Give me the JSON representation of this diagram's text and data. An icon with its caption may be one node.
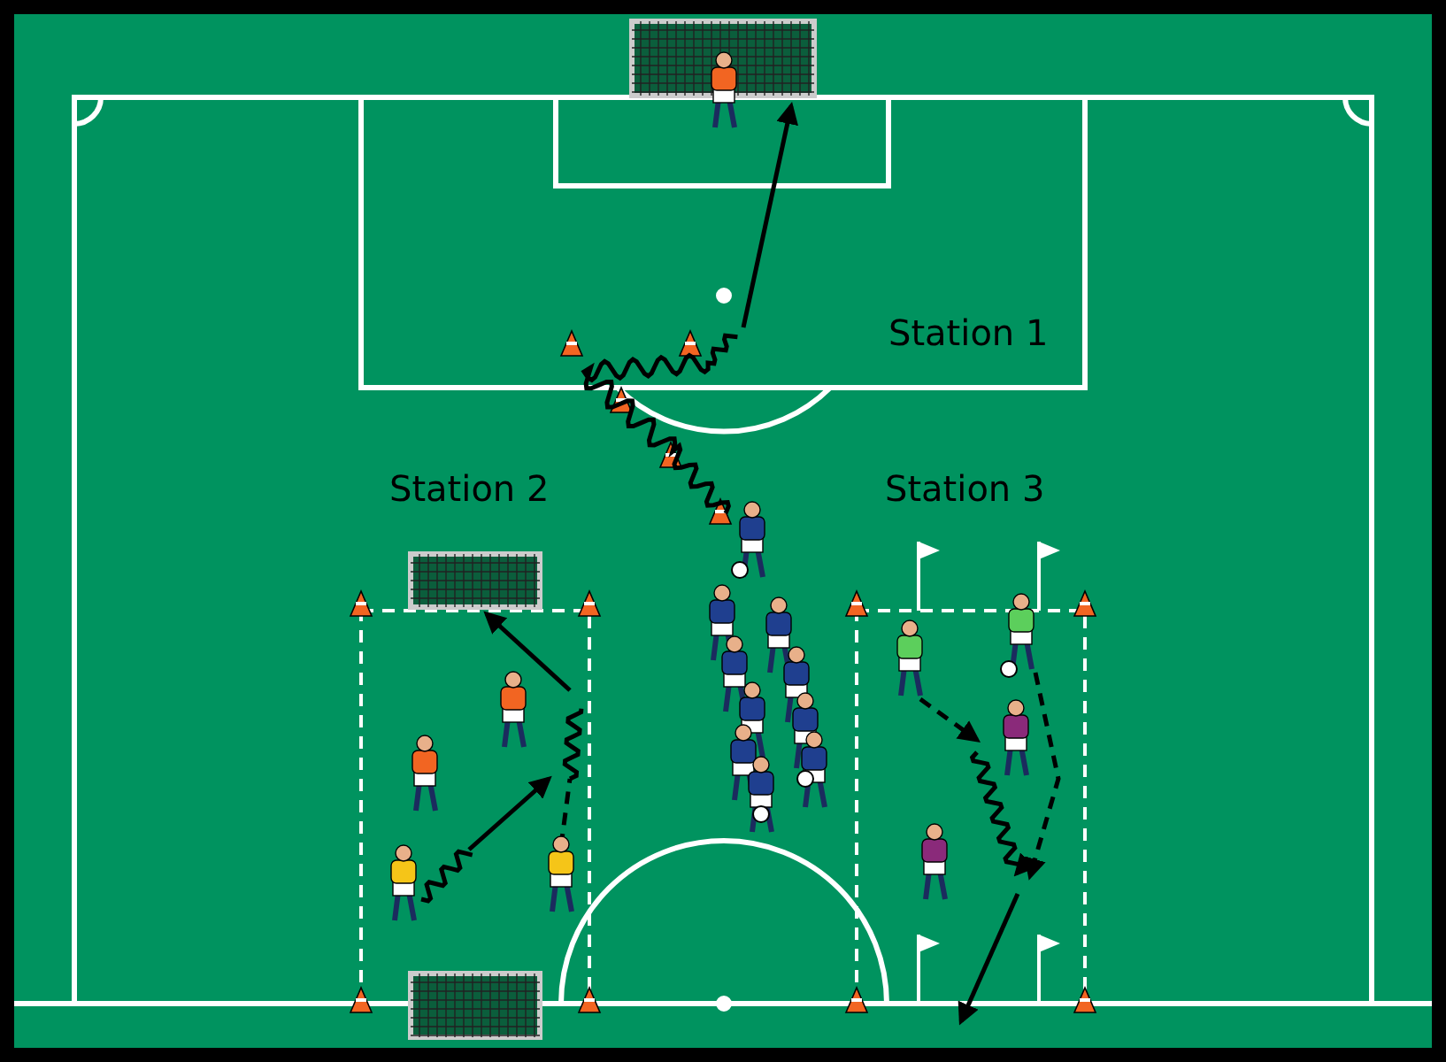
{
  "diagram": {
    "labels": [
      "Station 1",
      "Station 2",
      "Station 3"
    ]
  }
}
